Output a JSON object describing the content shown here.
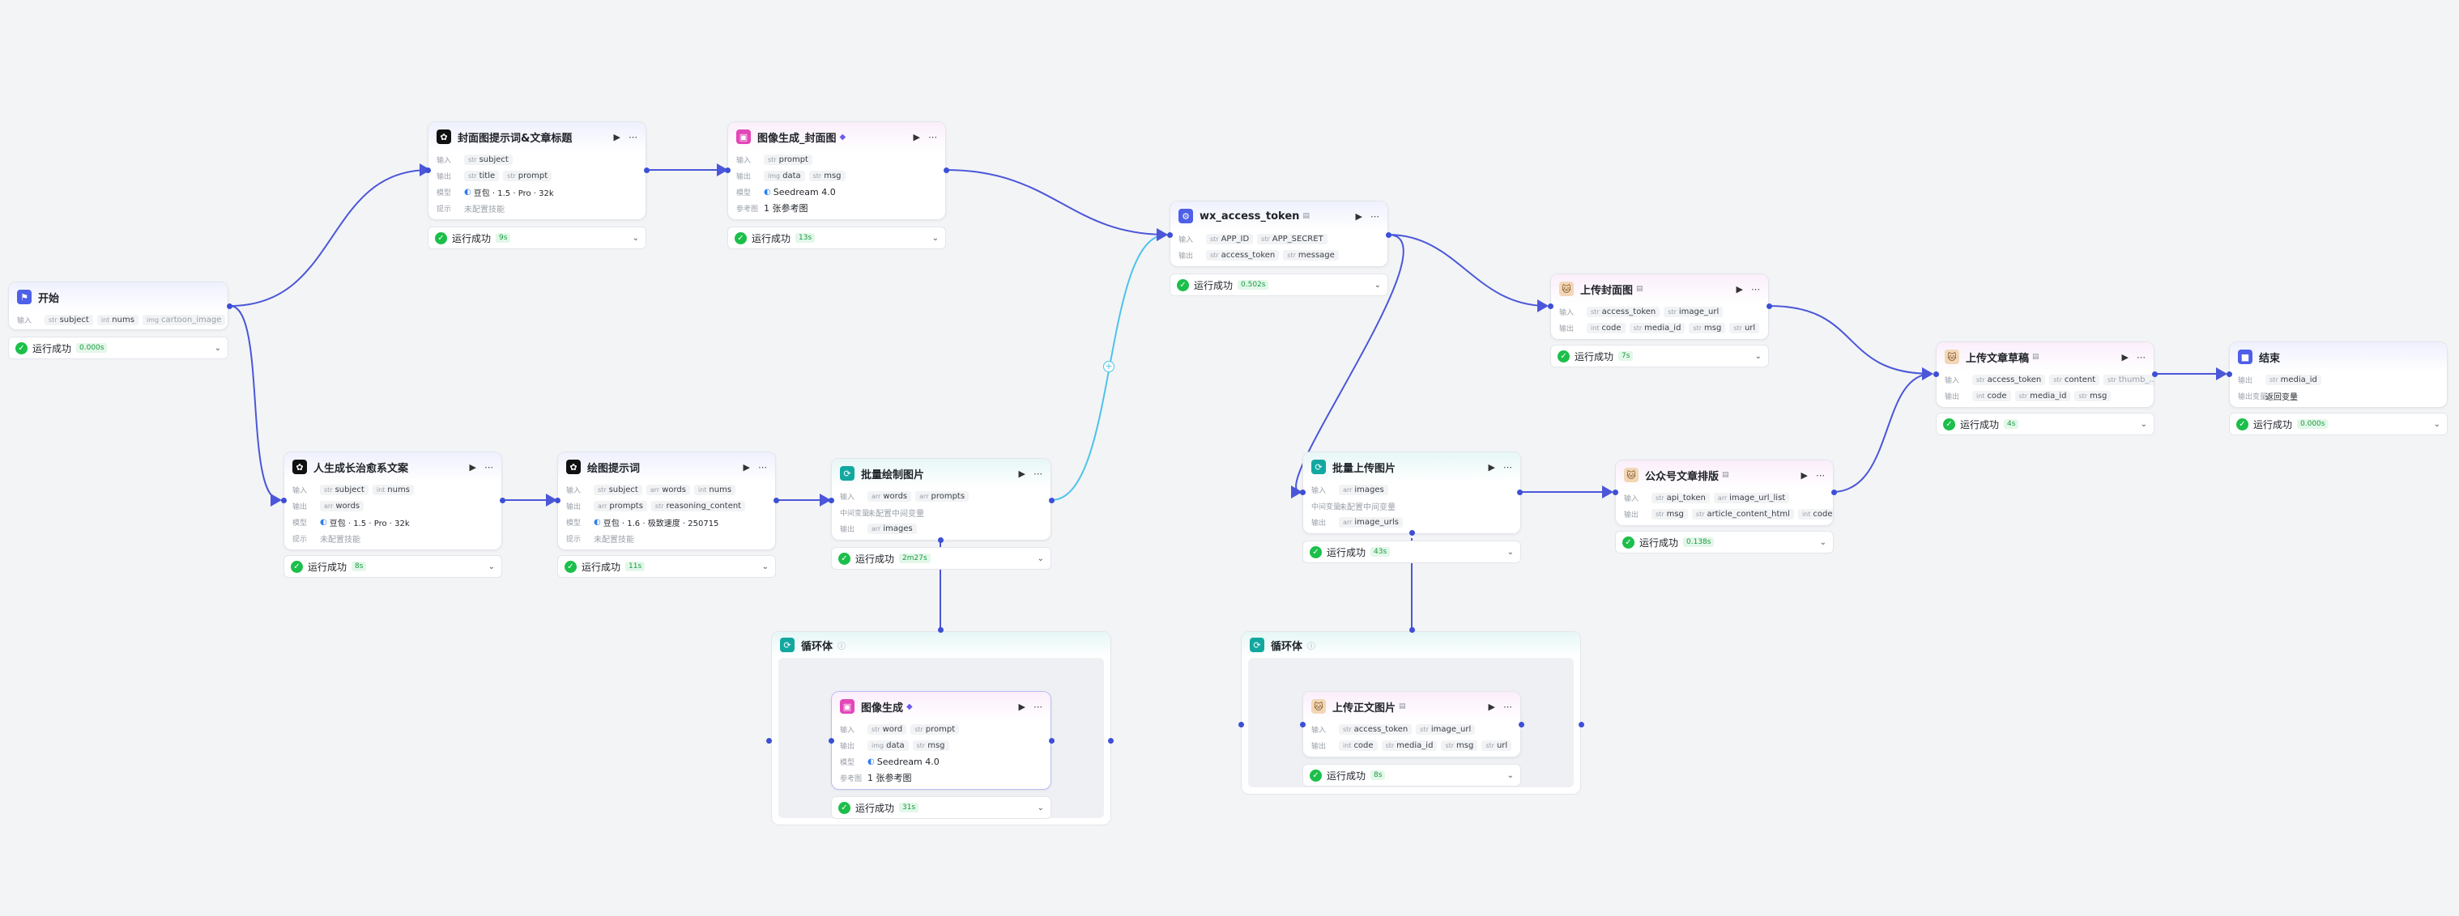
{
  "labels": {
    "input": "输入",
    "output": "输出",
    "model": "模型",
    "prompt": "提示",
    "ref_image": "参考图",
    "middle_vars": "中间变量",
    "output_vars": "输出变量"
  },
  "status_text": "运行成功",
  "colors": {
    "edge": "#4b57d8",
    "edge_light": "#4cc3ea",
    "success": "#1bbf4a",
    "node_border": "#e3e5ea"
  },
  "nodes": {
    "start": {
      "title": "开始",
      "icon": "start-icon",
      "inputs": [
        "subject",
        "nums",
        "cartoon_image"
      ],
      "more": "...",
      "duration": "0.000s"
    },
    "cover_prompt": {
      "title": "封面图提示词&文章标题",
      "icon": "llm-icon",
      "inputs": [
        "subject"
      ],
      "outputs": [
        "title",
        "prompt"
      ],
      "model": "豆包 · 1.5 · Pro · 32k",
      "prompt": "未配置技能",
      "duration": "9s"
    },
    "image_cover": {
      "title": "图像生成_封面图",
      "icon": "image-gen-icon",
      "inputs": [
        "prompt"
      ],
      "outputs": [
        "data",
        "msg"
      ],
      "model": "Seedream 4.0",
      "ref": "1 张参考图",
      "duration": "13s"
    },
    "wx_token": {
      "title": "wx_access_token",
      "icon": "plugin-icon",
      "inputs": [
        "APP_ID",
        "APP_SECRET"
      ],
      "outputs": [
        "access_token",
        "message"
      ],
      "duration": "0.502s"
    },
    "upload_cover": {
      "title": "上传封面图",
      "icon": "cat-plugin-icon",
      "inputs": [
        "access_token",
        "image_url"
      ],
      "outputs": [
        "code",
        "media_id",
        "msg",
        "url"
      ],
      "duration": "7s"
    },
    "upload_draft": {
      "title": "上传文章草稿",
      "icon": "cat-plugin-icon",
      "inputs": [
        "access_token",
        "content",
        "thumb_..."
      ],
      "more": "...",
      "outputs": [
        "code",
        "media_id",
        "msg"
      ],
      "duration": "4s"
    },
    "end": {
      "title": "结束",
      "icon": "end-icon",
      "outputs": [
        "media_id"
      ],
      "output_vars": "返回变量",
      "duration": "0.000s"
    },
    "life_copy": {
      "title": "人生成长治愈系文案",
      "icon": "llm-icon",
      "inputs": [
        "subject",
        "nums"
      ],
      "outputs": [
        "words"
      ],
      "model": "豆包 · 1.5 · Pro · 32k",
      "prompt": "未配置技能",
      "duration": "8s"
    },
    "draw_prompt": {
      "title": "绘图提示词",
      "icon": "llm-icon",
      "inputs": [
        "subject",
        "words",
        "nums"
      ],
      "outputs": [
        "prompts",
        "reasoning_content"
      ],
      "model": "豆包 · 1.6 · 极致速度 · 250715",
      "prompt": "未配置技能",
      "duration": "11s"
    },
    "batch_draw": {
      "title": "批量绘制图片",
      "icon": "batch-icon",
      "inputs": [
        "words",
        "prompts"
      ],
      "middle": "未配置中间变量",
      "outputs": [
        "images"
      ],
      "duration": "2m27s"
    },
    "batch_upload": {
      "title": "批量上传图片",
      "icon": "batch-icon",
      "inputs": [
        "images"
      ],
      "middle": "未配置中间变量",
      "outputs": [
        "image_urls"
      ],
      "duration": "43s"
    },
    "format_article": {
      "title": "公众号文章排版",
      "icon": "cat-plugin-icon",
      "inputs": [
        "api_token",
        "image_url_list"
      ],
      "outputs": [
        "msg",
        "article_content_html",
        "code"
      ],
      "duration": "0.138s"
    },
    "loop1": {
      "title": "循环体"
    },
    "image_gen": {
      "title": "图像生成",
      "icon": "image-gen-icon",
      "inputs": [
        "word",
        "prompt"
      ],
      "outputs": [
        "data",
        "msg"
      ],
      "model": "Seedream 4.0",
      "ref": "1 张参考图",
      "duration": "31s"
    },
    "loop2": {
      "title": "循环体"
    },
    "upload_body": {
      "title": "上传正文图片",
      "icon": "cat-plugin-icon",
      "inputs": [
        "access_token",
        "image_url"
      ],
      "outputs": [
        "code",
        "media_id",
        "msg",
        "url"
      ],
      "duration": "8s"
    }
  }
}
